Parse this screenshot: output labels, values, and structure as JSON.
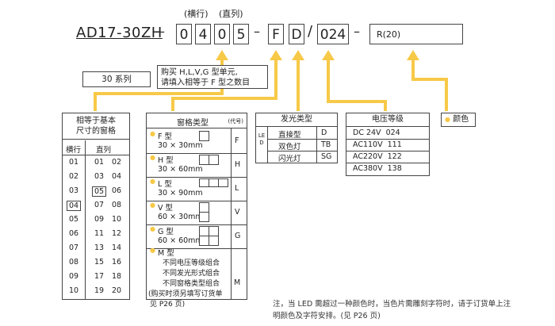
{
  "header": {
    "model": "AD17-30ZH",
    "row_label": "(横行)",
    "col_label": "(直列)",
    "digits": [
      "0",
      "4",
      "0",
      "5"
    ],
    "shape_code": "F",
    "led_code": "D",
    "slash": "/",
    "voltage_code": "024",
    "color_code": "R(20)",
    "dash": "–"
  },
  "series_box": {
    "label": "30 系列"
  },
  "purchase_note": {
    "line1": "购买 H,L,V,G 型单元,",
    "line2": "请填入相等于 F 型之数目"
  },
  "grid_table": {
    "title_line1": "相等于基本",
    "title_line2": "尺寸的窗格",
    "col1_header": "横行",
    "col2_header": "直列",
    "rows": [
      [
        "01",
        "01",
        "02"
      ],
      [
        "02",
        "03",
        "04"
      ],
      [
        "03",
        "05",
        "06"
      ],
      [
        "04",
        "07",
        "08"
      ],
      [
        "05",
        "09",
        "10"
      ],
      [
        "06",
        "11",
        "12"
      ],
      [
        "07",
        "13",
        "14"
      ],
      [
        "08",
        "15",
        "16"
      ],
      [
        "09",
        "17",
        "18"
      ],
      [
        "10",
        "19",
        "20"
      ]
    ]
  },
  "window_table": {
    "title": "窗格类型",
    "code_header": "(代号)",
    "rows": [
      {
        "name": "F 型",
        "size": "30 × 30mm",
        "code": "F"
      },
      {
        "name": "H 型",
        "size": "30 × 60mm",
        "code": "H"
      },
      {
        "name": "L 型",
        "size": "30 × 90mm",
        "code": "L"
      },
      {
        "name": "V 型",
        "size": "60 × 30mm",
        "code": "V"
      },
      {
        "name": "G 型",
        "size": "60 × 60mm",
        "code": "G"
      }
    ],
    "m_type": {
      "name": "M 型",
      "line1": "不同电压等级组合",
      "line2": "不同发光形式组合",
      "line3": "不同窗格类型组合",
      "line4": "(购买时须另填写订货单",
      "line5": "见 P26 页)",
      "code": "M"
    }
  },
  "light_table": {
    "title": "发光类型",
    "side_label": "LED",
    "rows": [
      {
        "name": "直接型",
        "code": "D"
      },
      {
        "name": "双色灯",
        "code": "TB"
      },
      {
        "name": "闪光灯",
        "code": "SG"
      }
    ]
  },
  "voltage_table": {
    "title": "电压等级",
    "rows": [
      "DC 24V  024",
      "AC110V  111",
      "AC220V  122",
      "AC380V  138"
    ]
  },
  "color_box": {
    "label": "颜色"
  },
  "footnote": {
    "line1": "注，当 LED 需超过一种颜色时，当色片需雕刻字符时，请于订货单上注",
    "line2": "明颜色及字符安排。(见 P26 页)"
  },
  "colors": {
    "arrow": "#f7c948",
    "border": "#444444"
  }
}
